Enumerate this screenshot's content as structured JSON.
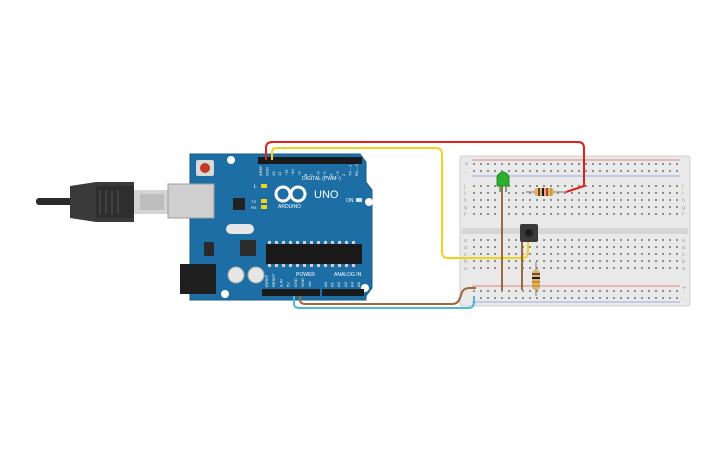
{
  "arduino": {
    "brand": "ARDUINO",
    "model": "UNO",
    "digital_header_label": "DIGITAL (PWM~)",
    "power_header_label": "POWER",
    "analog_header_label": "ANALOG IN",
    "on_led_label": "ON",
    "l_led_label": "L",
    "tx_label": "TX",
    "rx_label": "RX",
    "digital_pins": [
      "AREF",
      "GND",
      "13",
      "12",
      "~11",
      "~10",
      "~9",
      "8",
      "7",
      "~6",
      "~5",
      "4",
      "~3",
      "2",
      "TX→1",
      "RX←0"
    ],
    "power_pins": [
      "IOREF",
      "RESET",
      "3.3V",
      "5V",
      "GND",
      "GND",
      "Vin"
    ],
    "analog_pins": [
      "A0",
      "A1",
      "A2",
      "A3",
      "A4",
      "A5"
    ]
  },
  "breadboard": {
    "row_letters_top": [
      "j",
      "i",
      "h",
      "g",
      "f"
    ],
    "row_letters_bottom": [
      "e",
      "d",
      "c",
      "b",
      "a"
    ],
    "rail_plus": "+",
    "rail_minus": "-"
  },
  "components": {
    "led_color": "#2bb02b",
    "resistor_body": "#d9b27c",
    "button_color": "#3a3a3a"
  },
  "wires": {
    "red": "#e0201b",
    "yellow": "#f2d21b",
    "brown": "#a0683a",
    "cyan": "#4fb6d6",
    "green": "#2f7a2f"
  },
  "colors": {
    "board": "#1c6ea4",
    "board_dark": "#155a88",
    "breadboard": "#e9e9e9"
  }
}
